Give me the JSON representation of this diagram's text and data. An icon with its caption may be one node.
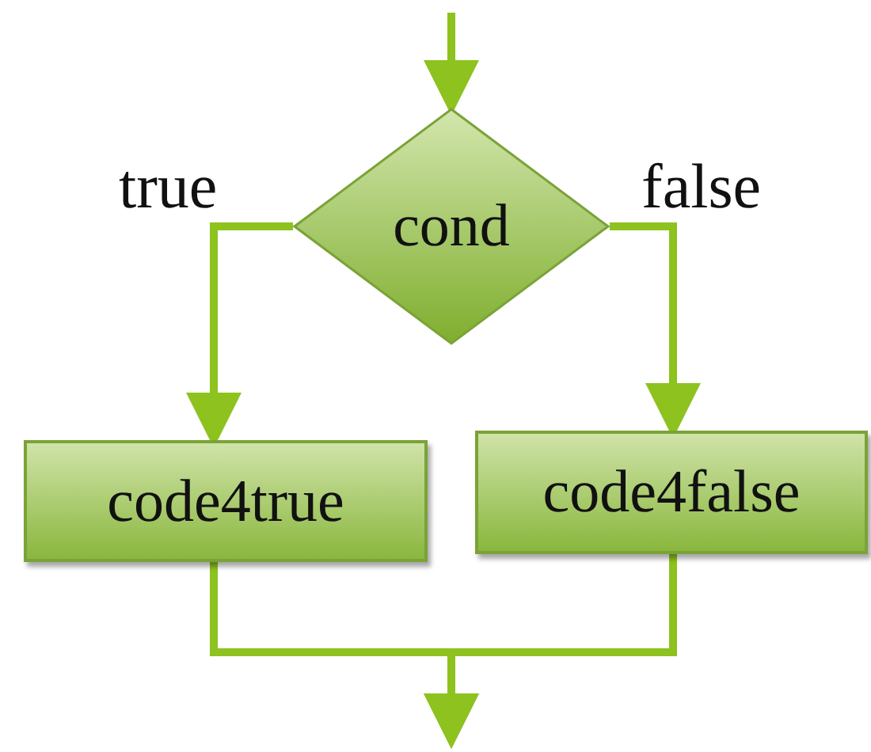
{
  "diagram": {
    "nodes": [
      {
        "text": [
          "cond"
        ]
      },
      {
        "text": [
          "code4true"
        ]
      },
      {
        "text": [
          "code4false"
        ]
      }
    ],
    "edges": [
      {
        "from": null,
        "to": 0,
        "arrow": "to"
      },
      {
        "from": 0,
        "to": 1,
        "arrow": "to",
        "label": "true"
      },
      {
        "from": 0,
        "to": 2,
        "arrow": "to",
        "label": "false"
      },
      {
        "from": 1,
        "to": null,
        "arrow": "to"
      },
      {
        "from": 2,
        "to": null,
        "arrow": "to"
      }
    ]
  }
}
